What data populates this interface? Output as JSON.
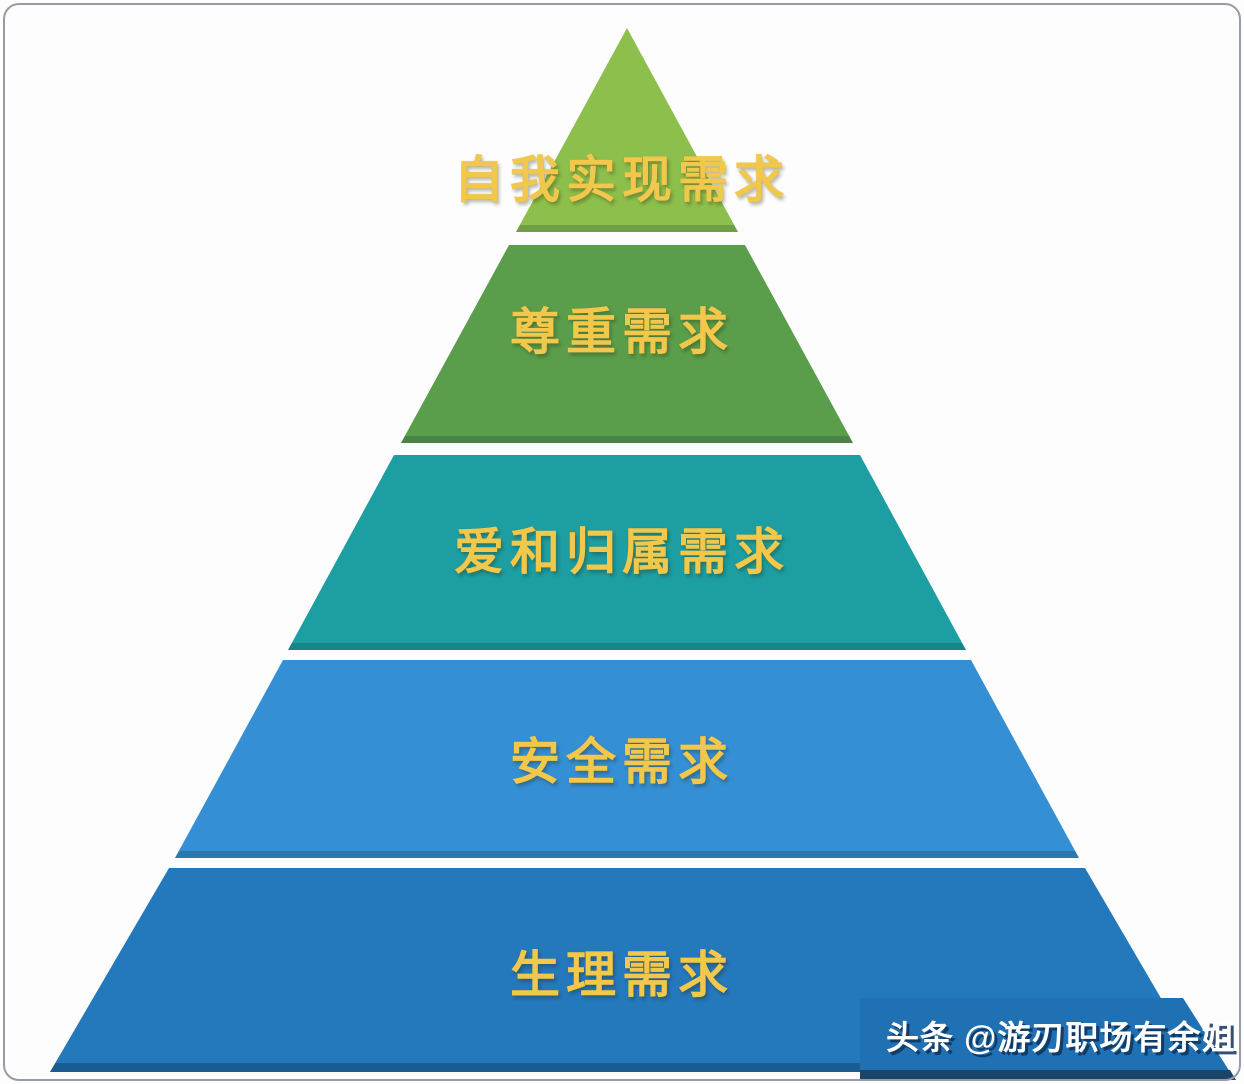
{
  "pyramid": {
    "label_color": "#F2C84C",
    "levels": [
      {
        "label": "自我实现需求",
        "color": "#8DBF4C"
      },
      {
        "label": "尊重需求",
        "color": "#5A9E4B"
      },
      {
        "label": "爱和归属需求",
        "color": "#1C9EA2"
      },
      {
        "label": "安全需求",
        "color": "#358FD4"
      },
      {
        "label": "生理需求",
        "color": "#2478BC"
      }
    ]
  },
  "watermark": {
    "text": "头条 @游刃职场有余姐",
    "band_color": "#2070B4",
    "band_edge_color": "#1B4568",
    "text_color": "#FFFFFF"
  }
}
